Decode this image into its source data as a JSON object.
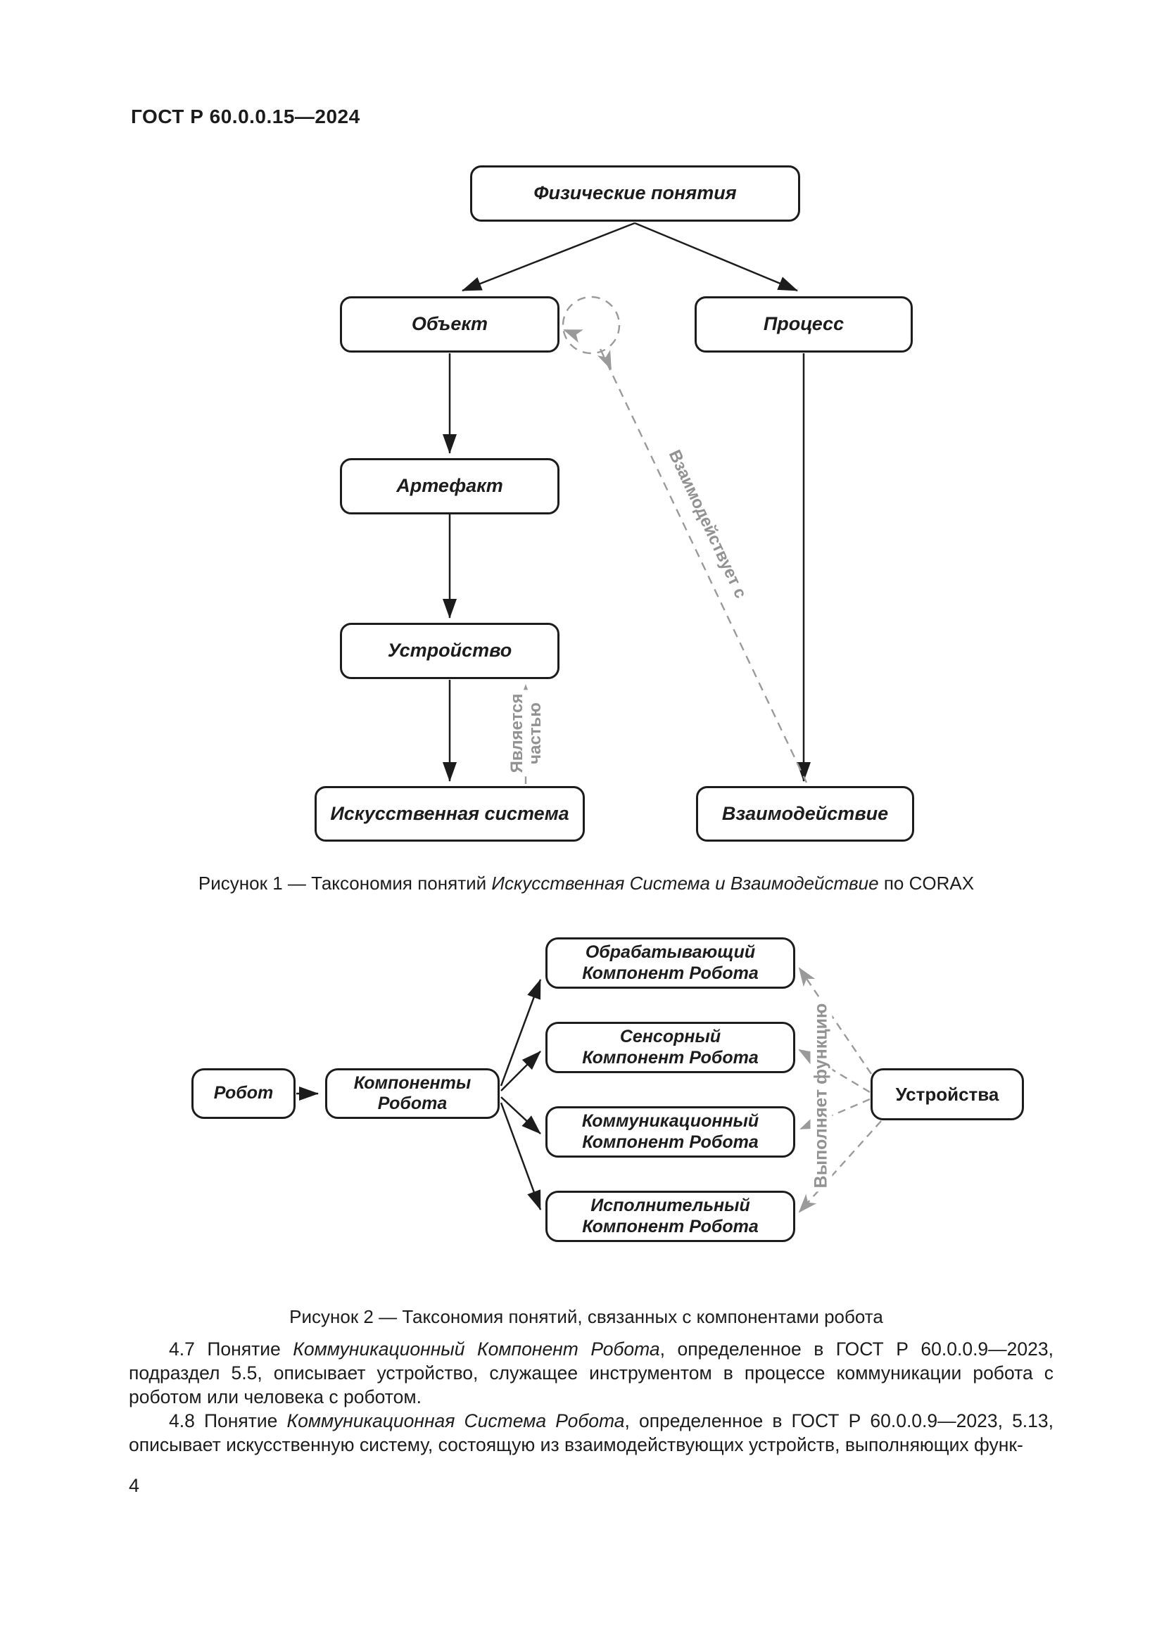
{
  "document": {
    "header": "ГОСТ Р 60.0.0.15—2024",
    "page_number": "4"
  },
  "colors": {
    "text": "#1c1c1c",
    "gray_connector": "#949494"
  },
  "figure1": {
    "nodes": {
      "physical": "Физические понятия",
      "object": "Объект",
      "process": "Процесс",
      "artifact": "Артефакт",
      "device": "Устройство",
      "artificial_system": "Искусственная система",
      "interaction": "Взаимодействие"
    },
    "edge_labels": {
      "interacts_with": "Взаимодействует с",
      "is_part_of": "Является\nчастью"
    },
    "caption_segments": [
      {
        "t": "Рисунок 1 — Таксономия понятий "
      },
      {
        "t": "Искусственная Система и Взаимодействие",
        "i": true
      },
      {
        "t": " по CORAX"
      }
    ]
  },
  "figure2": {
    "nodes": {
      "robot": "Робот",
      "components": "Компоненты\nРобота",
      "processing": "Обрабатывающий\nКомпонент Робота",
      "sensor": "Сенсорный\nКомпонент Робота",
      "communication": "Коммуникационный\nКомпонент Робота",
      "executive": "Исполнительный\nКомпонент Робота",
      "devices": "Устройства"
    },
    "edge_labels": {
      "performs_function": "Выполняет функцию"
    },
    "caption": "Рисунок 2 — Таксономия понятий, связанных с компонентами робота"
  },
  "paragraphs": [
    {
      "segments": [
        {
          "t": "4.7 Понятие "
        },
        {
          "t": "Коммуникационный Компонент Робота",
          "i": true
        },
        {
          "t": ", определенное в ГОСТ Р 60.0.0.9—2023, подраздел 5.5, описывает устройство, служащее инструментом в процессе коммуникации робота с роботом или человека с роботом."
        }
      ]
    },
    {
      "segments": [
        {
          "t": "4.8 Понятие "
        },
        {
          "t": "Коммуникационная Система Робота",
          "i": true
        },
        {
          "t": ", определенное в ГОСТ Р 60.0.0.9—2023, 5.13, описывает искусственную систему, состоящую из взаимодействующих устройств, выполняющих функ-"
        }
      ]
    }
  ]
}
